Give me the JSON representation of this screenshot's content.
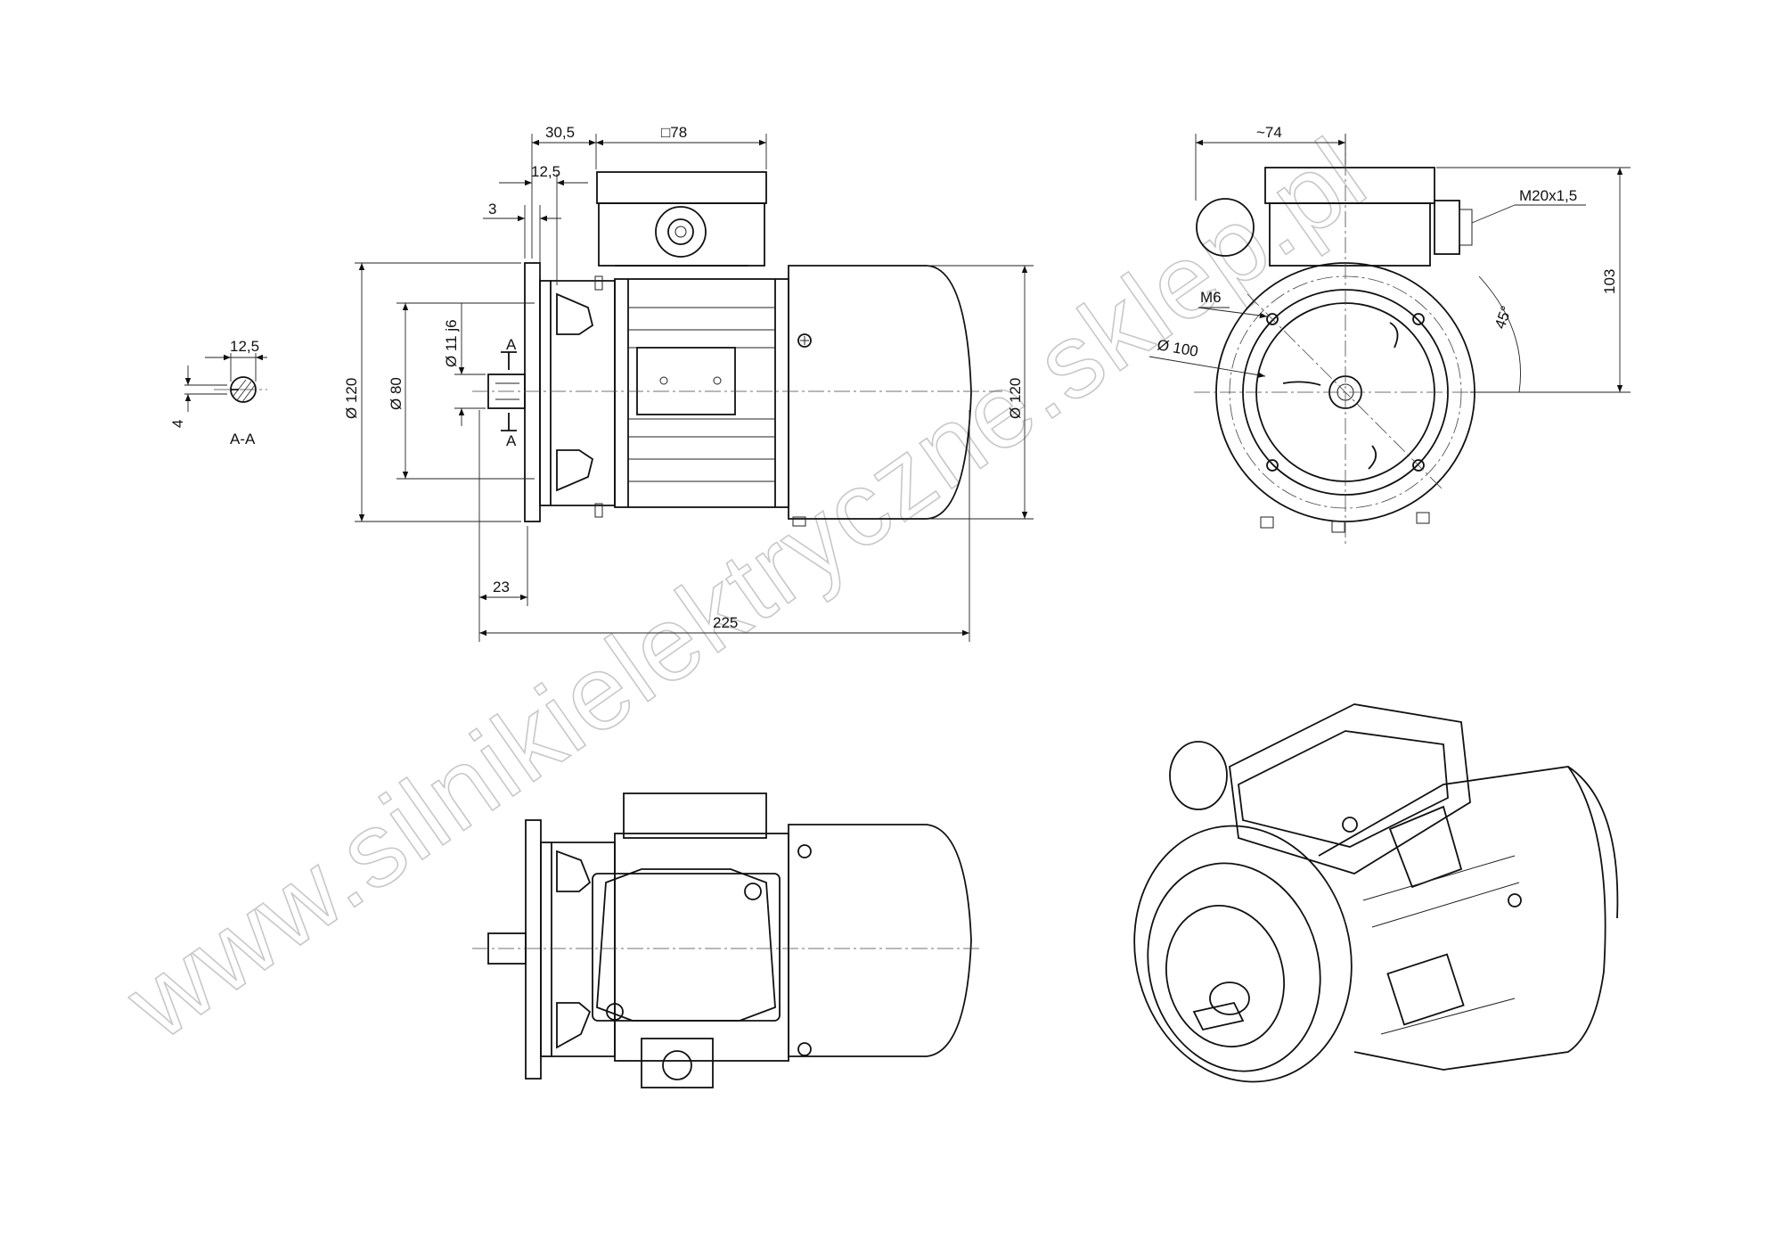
{
  "drawing": {
    "section_label": "A-A",
    "section_marker": "A",
    "watermark": "www.silnikielektryczne.sklep.pl"
  },
  "dimensions": {
    "d1": "30,5",
    "d2": "□78",
    "d3": "12,5",
    "d4": "3",
    "d5": "Ø 120",
    "d6": "Ø 80",
    "d7": "Ø 11 j6",
    "d8": "Ø 120",
    "d9": "23",
    "d10": "225",
    "d11": "12,5",
    "d12": "4",
    "d13": "~74",
    "d14": "M20x1,5",
    "d15": "103",
    "d16": "M6",
    "d17": "Ø 100",
    "d18": "45°"
  }
}
